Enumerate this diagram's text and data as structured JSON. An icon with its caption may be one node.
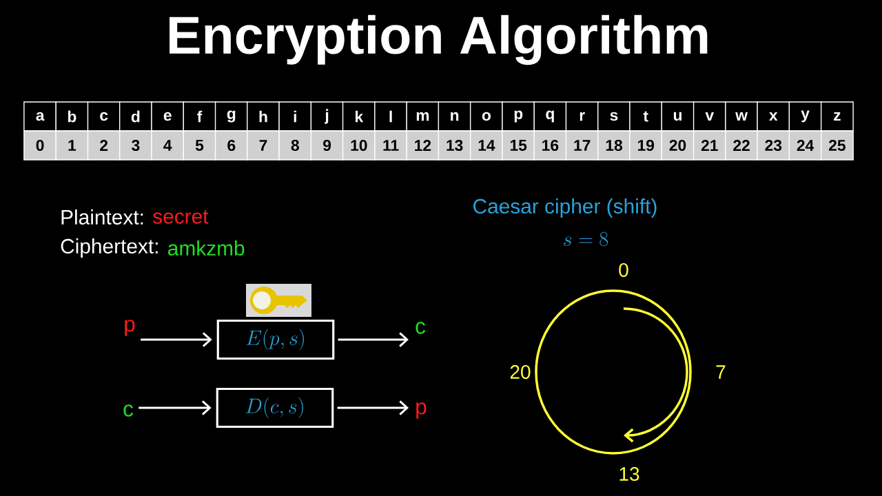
{
  "diagram": {
    "title": "Encryption Algorithm",
    "nodes": [
      {
        "text": [
          "p"
        ]
      },
      {
        "text": [
          "E(p, s)"
        ]
      },
      {
        "text": [
          "c"
        ]
      },
      {
        "text": [
          "c"
        ]
      },
      {
        "text": [
          "D(c, s)"
        ]
      },
      {
        "text": [
          "p"
        ]
      }
    ],
    "edges": [
      {
        "from": 0,
        "to": 1,
        "arrow": "to"
      },
      {
        "from": 1,
        "to": 2,
        "arrow": "to"
      },
      {
        "from": 3,
        "to": 4,
        "arrow": "to"
      },
      {
        "from": 4,
        "to": 5,
        "arrow": "to"
      }
    ],
    "labels": [
      "a",
      "b",
      "c",
      "d",
      "e",
      "f",
      "g",
      "h",
      "i",
      "j",
      "k",
      "l",
      "m",
      "n",
      "o",
      "p",
      "q",
      "r",
      "s",
      "t",
      "u",
      "v",
      "w",
      "x",
      "y",
      "z",
      "0",
      "1",
      "2",
      "3",
      "4",
      "5",
      "6",
      "7",
      "8",
      "9",
      "10",
      "11",
      "12",
      "13",
      "14",
      "15",
      "16",
      "17",
      "18",
      "19",
      "20",
      "21",
      "22",
      "23",
      "24",
      "25",
      "Plaintext:",
      "secret",
      "Ciphertext:",
      "amkzmb",
      "Caesar cipher (shift)",
      "s = 8",
      "0",
      "7",
      "13",
      "20"
    ]
  }
}
